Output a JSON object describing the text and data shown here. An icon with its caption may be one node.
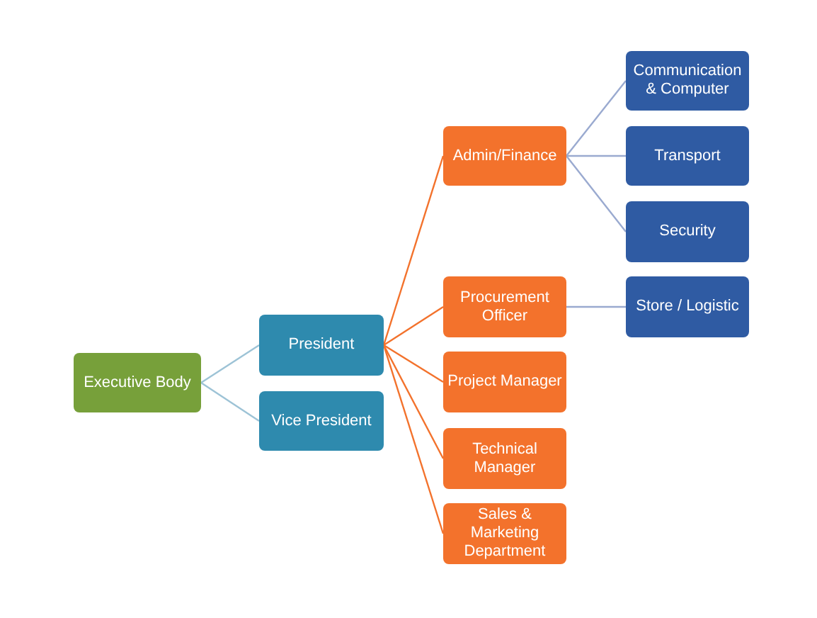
{
  "diagram": {
    "nodes": [
      {
        "text": [
          "Executive Body"
        ]
      },
      {
        "text": [
          "President"
        ]
      },
      {
        "text": [
          "Vice President"
        ]
      },
      {
        "text": [
          "Admin/Finance"
        ]
      },
      {
        "text": [
          "Procurement Officer"
        ]
      },
      {
        "text": [
          "Project Manager"
        ]
      },
      {
        "text": [
          "Technical Manager"
        ]
      },
      {
        "text": [
          "Sales & Marketing Department"
        ]
      },
      {
        "text": [
          "Communication & Computer"
        ]
      },
      {
        "text": [
          "Transport"
        ]
      },
      {
        "text": [
          "Security"
        ]
      },
      {
        "text": [
          "Store / Logistic"
        ]
      }
    ],
    "edges": [
      {
        "from": 0,
        "to": 1,
        "arrow": "none",
        "color": "#9dc3d6"
      },
      {
        "from": 0,
        "to": 2,
        "arrow": "none",
        "color": "#9dc3d6"
      },
      {
        "from": 1,
        "to": 3,
        "arrow": "none"
      },
      {
        "from": 1,
        "to": 4,
        "arrow": "none"
      },
      {
        "from": 1,
        "to": 5,
        "arrow": "none"
      },
      {
        "from": 1,
        "to": 6,
        "arrow": "none"
      },
      {
        "from": 1,
        "to": 7,
        "arrow": "none"
      },
      {
        "from": 3,
        "to": 8,
        "arrow": "none",
        "color": "#9aaad0"
      },
      {
        "from": 3,
        "to": 9,
        "arrow": "none",
        "color": "#9aaad0"
      },
      {
        "from": 3,
        "to": 10,
        "arrow": "none",
        "color": "#9aaad0"
      },
      {
        "from": 4,
        "to": 11,
        "arrow": "none",
        "color": "#9aaad0"
      }
    ]
  }
}
